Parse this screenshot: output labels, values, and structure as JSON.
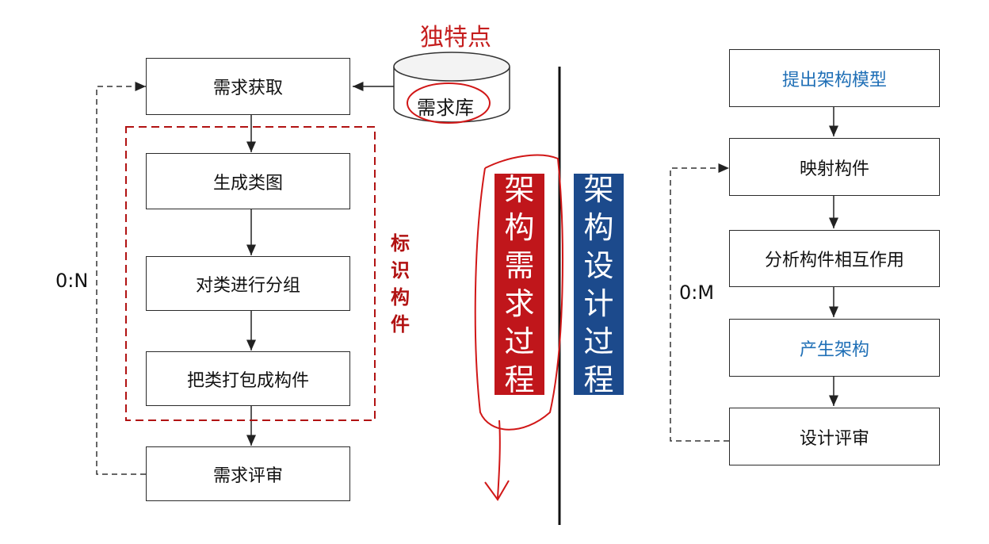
{
  "top_note": "独特点",
  "repo_label": "需求库",
  "left_flow": {
    "boxes": [
      "需求获取",
      "生成类图",
      "对类进行分组",
      "把类打包成构件",
      "需求评审"
    ],
    "loop_label": "0:N",
    "group_label": [
      "标",
      "识",
      "构",
      "件"
    ]
  },
  "banners": {
    "requirements": [
      "架",
      "构",
      "需",
      "求",
      "过",
      "程"
    ],
    "design": [
      "架",
      "构",
      "设",
      "计",
      "过",
      "程"
    ]
  },
  "right_flow": {
    "boxes": [
      "提出架构模型",
      "映射构件",
      "分析构件相互作用",
      "产生架构",
      "设计评审"
    ],
    "loop_label": "0:M"
  },
  "colors": {
    "accent_red": "#b11212",
    "banner_red": "#c0161b",
    "banner_blue": "#1c4a8c",
    "text_blue": "#1f6fb6"
  }
}
